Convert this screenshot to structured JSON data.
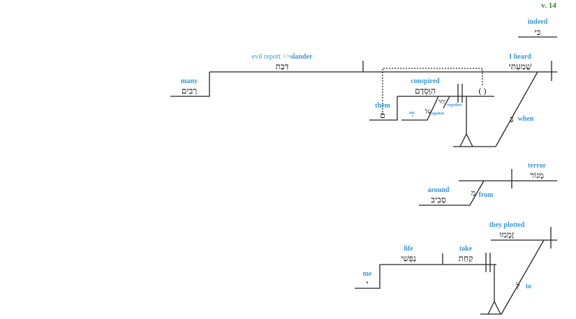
{
  "verse": "v. 14",
  "words": {
    "indeed": {
      "gloss": "indeed",
      "hebrew": "כִּי"
    },
    "heard": {
      "gloss": "I heard",
      "hebrew": "שָׁמַעְתִּי"
    },
    "slander": {
      "gloss_plain": "evil report >>",
      "gloss_bold": "slander",
      "hebrew": "דִּבַּת"
    },
    "many": {
      "gloss": "many",
      "hebrew": "רַבִּים"
    },
    "conspired": {
      "gloss": "conspired",
      "hebrew": "הִוָּסְדָם"
    },
    "implied": {
      "hebrew": "( )"
    },
    "them": {
      "gloss": "them",
      "hebrew": "ם"
    },
    "together": {
      "gloss": "together",
      "hebrew": "יַחַד"
    },
    "against": {
      "gloss": "against",
      "hebrew": "עָלַ"
    },
    "me1": {
      "gloss": "me",
      "hebrew": "י"
    },
    "when": {
      "gloss": "when",
      "hebrew": "בְּ"
    },
    "terror": {
      "gloss": "terror",
      "hebrew": "מָגוֹר"
    },
    "from": {
      "gloss": "from",
      "hebrew": "מִ"
    },
    "around": {
      "gloss": "around",
      "hebrew": "סָבִיב"
    },
    "plotted": {
      "gloss": "they plotted",
      "hebrew": "זָמָמוּ"
    },
    "to": {
      "gloss": "to",
      "hebrew": "לְ"
    },
    "take": {
      "gloss": "take",
      "hebrew": "קַחַת"
    },
    "life": {
      "gloss": "life",
      "hebrew": "נַפְשִׁי"
    },
    "me2": {
      "gloss": "me",
      "hebrew": "י"
    }
  }
}
